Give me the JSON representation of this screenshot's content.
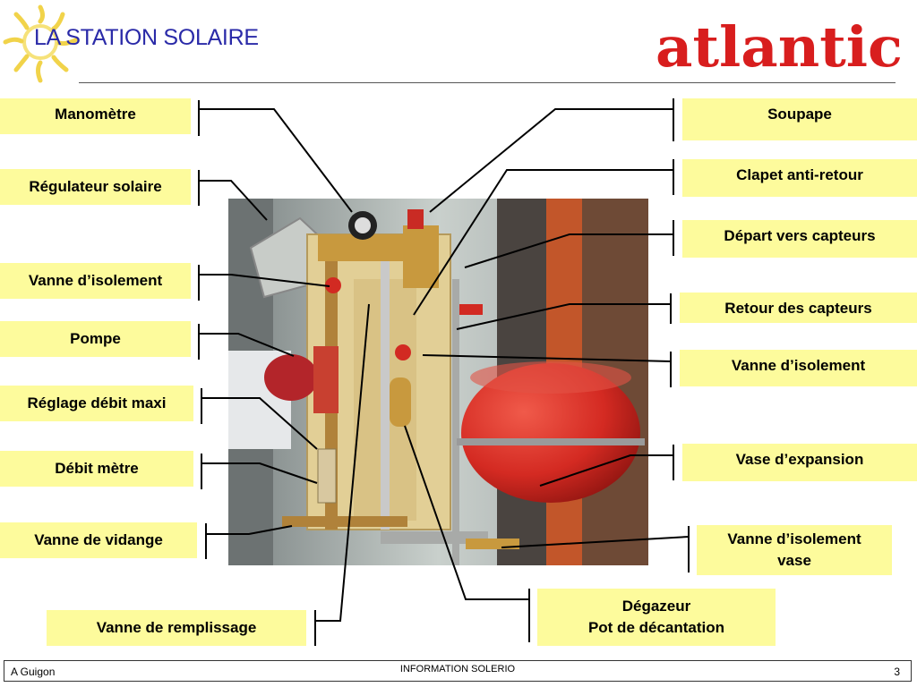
{
  "header": {
    "title": "LA STATION SOLAIRE",
    "logo_text": "atlantic"
  },
  "labels": {
    "manometre": "Manomètre",
    "regulateur": "Régulateur solaire",
    "vanne_isolement_left": "Vanne d’isolement",
    "pompe": "Pompe",
    "reglage_debit": "Réglage débit maxi",
    "debit_metre": "Débit mètre",
    "vanne_vidange": "Vanne de vidange",
    "vanne_remplissage": "Vanne de remplissage",
    "soupape": "Soupape",
    "clapet": "Clapet anti-retour",
    "depart": "Départ vers capteurs",
    "retour": "Retour des capteurs",
    "vanne_isolement_right": "Vanne d’isolement",
    "vase_expansion": "Vase d’expansion",
    "vanne_isolement_vase_line1": "Vanne d’isolement",
    "vanne_isolement_vase_line2": "vase",
    "degazeur_line1": "Dégazeur",
    "degazeur_line2": "Pot de décantation"
  },
  "footer": {
    "author": "A Guigon",
    "center": "INFORMATION SOLERIO",
    "page": "3"
  },
  "colors": {
    "title": "#2a2aa8",
    "logo": "#d81e1e",
    "label_bg": "#fdfb9c",
    "vase_red": "#d42a22"
  }
}
